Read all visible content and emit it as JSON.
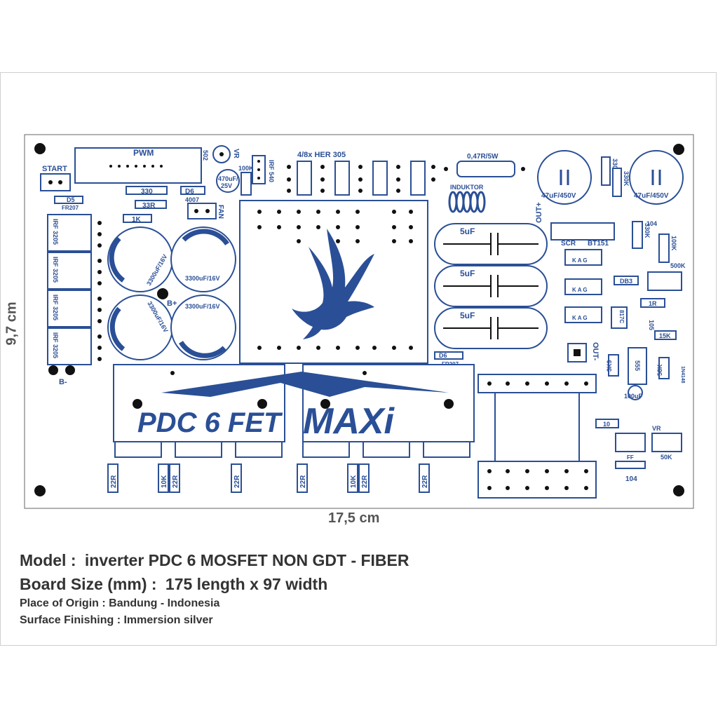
{
  "dimensions": {
    "height_label": "9,7 cm",
    "width_label": "17,5 cm"
  },
  "board": {
    "start": "START",
    "pwm": "PWM",
    "vr": "VR",
    "r502": "502",
    "r330": "330",
    "d6": "D6",
    "d6_part": "4007",
    "r33r": "33R",
    "r1k": "1K",
    "d5": "D5",
    "d5_part": "FR207",
    "cap_470": "470uF/",
    "cap_470v": "25V",
    "r100k": "100K",
    "irf": "IRF 540",
    "fan": "FAN",
    "her": "4/8x HER 305",
    "r047": "0,47R/5W",
    "induktor": "INDUKTOR",
    "cap47a": "47uF/450V",
    "cap47b": "47uF/450V",
    "r330k_a": "330K",
    "r330k_b": "330K",
    "out_plus": "OUT+",
    "out_minus": "OUT-",
    "c5uf": [
      "5uF",
      "5uF",
      "5uF"
    ],
    "cap3300": [
      "3300uF/16V",
      "3300uF/16V",
      "3300uF/16V",
      "3300uF/16V"
    ],
    "bplus": "B+",
    "bminus": "B-",
    "irf3205": [
      "IRF 3205",
      "IRF 3205",
      "IRF 3205",
      "IRF 3205"
    ],
    "scr": "SCR",
    "bt151": "BT151",
    "kag": "K A G",
    "r330k_c": "330K",
    "c104": "104",
    "r100k_b": "100K",
    "r500k": "500K",
    "db3": "DB3",
    "r1r": "1R",
    "pc817": "817C",
    "c105": "105",
    "r15k": "15K",
    "r3k9": "3K9",
    "ic555": "555",
    "r56k": "56K",
    "d1n": "1N4148",
    "c100u": "100uF",
    "r10": "10",
    "vr2": "VR",
    "r50k": "50K",
    "ff": "FF",
    "c104b": "104",
    "d6b": "D6",
    "d6b_part": "FR207",
    "gate_res": [
      "22R",
      "10K",
      "22R",
      "22R",
      "22R",
      "10K",
      "22R",
      "22R"
    ],
    "logo_left": "PDC 6 FET",
    "logo_right": "MAXi"
  },
  "spec": {
    "model_key": "Model :",
    "model_val": "inverter PDC 6 MOSFET NON GDT -  FIBER",
    "size_key": "Board Size (mm) :",
    "size_val": "175 length  x  97 width",
    "origin": "Place of Origin : Bandung - Indonesia",
    "finish": "Surface Finishing : Immersion silver"
  },
  "colors": {
    "ink": "#2a4f96",
    "pad": "#111111",
    "frame": "#cfcfcf"
  }
}
